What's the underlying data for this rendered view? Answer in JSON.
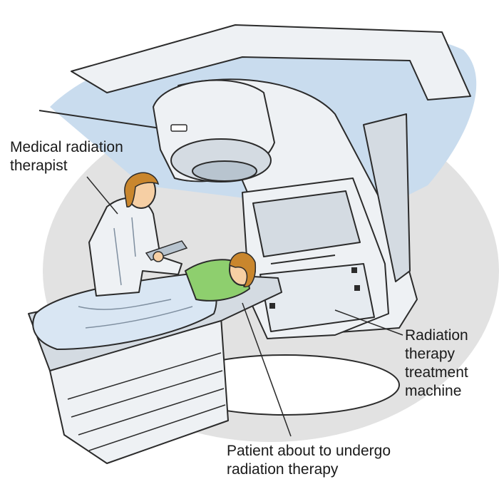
{
  "labels": {
    "therapist": [
      "Medical radiation",
      "therapist"
    ],
    "machine": [
      "Radiation",
      "therapy",
      "treatment",
      "machine"
    ],
    "patient": [
      "Patient about to undergo",
      "radiation therapy"
    ]
  },
  "colors": {
    "background_blob": "#e2e2e2",
    "blue_blob": "#c9dcee",
    "machine_body": "#eef1f4",
    "machine_shade": "#d4dbe2",
    "outline": "#2b2b2b",
    "blanket": "#d9e6f3",
    "patient_shirt": "#8ecf6e",
    "hair": "#c9862d",
    "skin": "#f6cfa4"
  }
}
